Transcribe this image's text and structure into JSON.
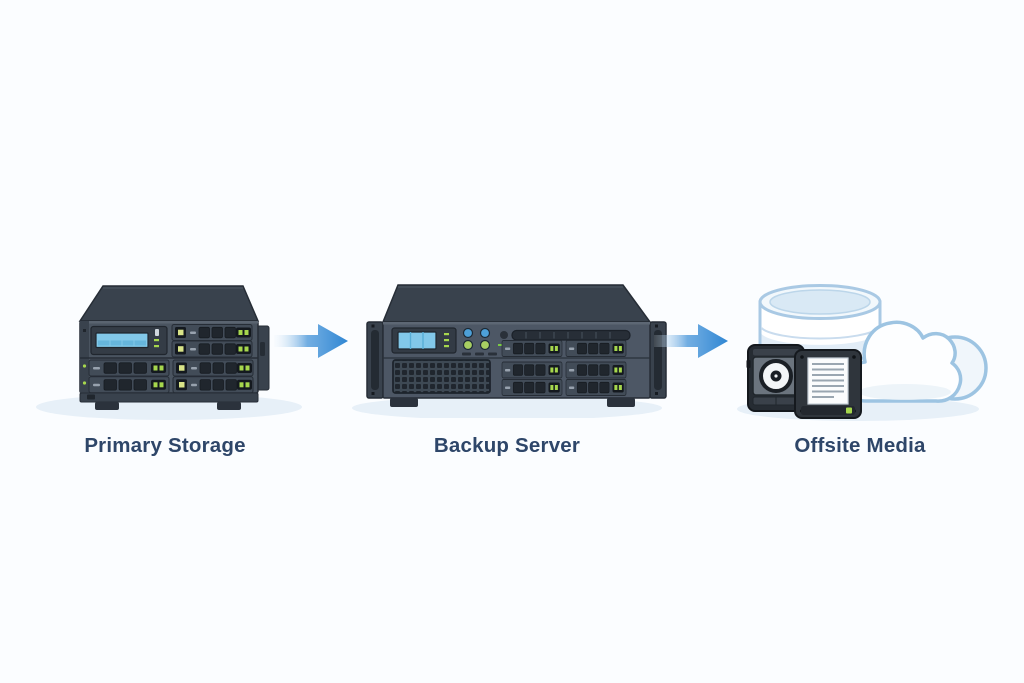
{
  "diagram": {
    "type": "flow-diagram",
    "nodes": [
      {
        "id": "primary-storage",
        "label": "Primary Storage",
        "icon": "storage-array-icon"
      },
      {
        "id": "backup-server",
        "label": "Backup Server",
        "icon": "rack-server-icon"
      },
      {
        "id": "offsite-media",
        "label": "Offsite Media",
        "icon": "offsite-media-icon"
      }
    ],
    "connections": [
      {
        "from": "primary-storage",
        "to": "backup-server",
        "icon": "arrow-right-icon"
      },
      {
        "from": "backup-server",
        "to": "offsite-media",
        "icon": "arrow-right-icon"
      }
    ],
    "colors": {
      "background": "#fbfdff",
      "label_text": "#2e4669",
      "arrow": "#2f86d3",
      "arrow_fade": "#dcebf7",
      "shadow": "#e7f0f8",
      "chassis_top": "#39424d",
      "chassis_front": "#4d5765",
      "panel_dark": "#343c46",
      "bay_slot": "#20262d",
      "led_green": "#a6d74d",
      "button_green": "#d9e488",
      "lcd_blue": "#82c8e9",
      "button_blue": "#4da0d8",
      "cloud_outline": "#9dc4e2",
      "cloud_fill": "#fdfeff",
      "cylinder_outline": "#a9c9e4",
      "cartridge_dark": "#2f353c",
      "cartridge_gray": "#6b747e"
    }
  }
}
